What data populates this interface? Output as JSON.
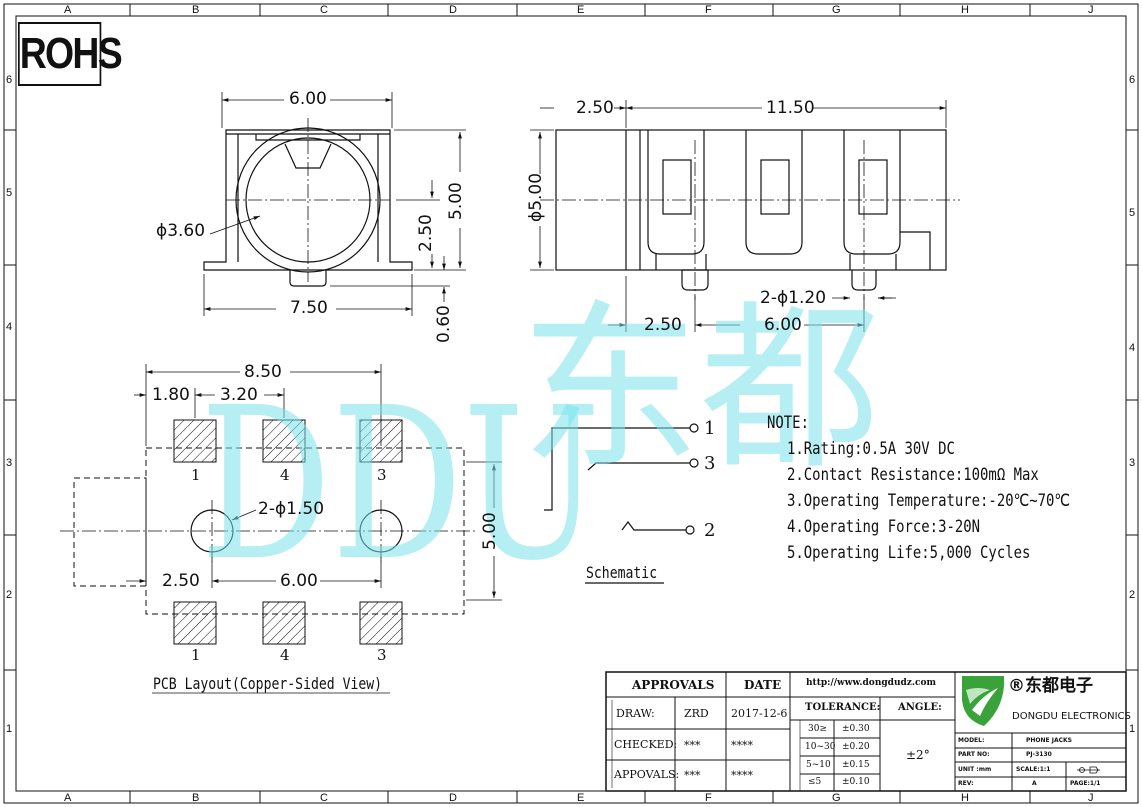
{
  "grid": {
    "columns": [
      "A",
      "B",
      "C",
      "D",
      "E",
      "F",
      "G",
      "H",
      "J"
    ],
    "rows": [
      "6",
      "5",
      "4",
      "3",
      "2",
      "1"
    ]
  },
  "rohs_label": "ROHS",
  "watermark": {
    "latin": "DDU",
    "cjk": "东都"
  },
  "front_view": {
    "width_top": "6.00",
    "diameter": "ϕ3.60",
    "height": "5.00",
    "center_height": "2.50",
    "width_bottom": "7.50",
    "pin_height": "0.60"
  },
  "side_view": {
    "offset_top": "2.50",
    "length": "11.50",
    "diameter": "ϕ5.00",
    "pin_diameter": "2-ϕ1.20",
    "pin_offset": "2.50",
    "pin_spacing": "6.00"
  },
  "pcb_layout": {
    "width": "8.50",
    "pad_offset": "1.80",
    "pad_pitch": "3.20",
    "hole_diameter": "2-ϕ1.50",
    "hole_offset": "2.50",
    "hole_spacing": "6.00",
    "height": "5.00",
    "pad_labels_top": [
      "1",
      "4",
      "3"
    ],
    "pad_labels_bottom": [
      "1",
      "4",
      "3"
    ],
    "caption": "PCB Layout(Copper-Sided View)"
  },
  "schematic": {
    "pins": [
      "1",
      "3",
      "2"
    ],
    "caption": "Schematic"
  },
  "notes": {
    "title": "NOTE:",
    "items": [
      "1.Rating:0.5A 30V DC",
      "2.Contact Resistance:100mΩ Max",
      "3.Operating Temperature:-20℃~70℃",
      "4.Operating Force:3-20N",
      "5.Operating Life:5,000 Cycles"
    ]
  },
  "title_block": {
    "approvals_header": "APPROVALS",
    "date_header": "DATE",
    "rows": [
      {
        "label": "DRAW:",
        "name": "ZRD",
        "date": "2017-12-6"
      },
      {
        "label": "CHECKED:",
        "name": "***",
        "date": "****"
      },
      {
        "label": "APPOVALS:",
        "name": "***",
        "date": "****"
      }
    ],
    "url": "http://www.dongdudz.com",
    "tolerance_header": "TOLERANCE:",
    "angle_header": "ANGLE:",
    "tolerances": [
      {
        "range": "30≥",
        "value": "±0.30"
      },
      {
        "range": "10~30",
        "value": "±0.20"
      },
      {
        "range": "5~10",
        "value": "±0.15"
      },
      {
        "range": "≤5",
        "value": "±0.10"
      }
    ],
    "angle_value": "±2°",
    "company_cn": "®东都电子",
    "company_en": "DONGDU ELECTRONICS",
    "model_label": "MODEL:",
    "model_value": "PHONE JACKS",
    "part_label": "PART NO:",
    "part_value": "PJ-3130",
    "unit_label": "UNIT :mm",
    "scale_label": "SCALE:1:1",
    "rev_label": "REV:",
    "rev_value": "A",
    "page_label": "PAGE:1/1"
  },
  "colors": {
    "line": "#111111",
    "watermark": "#78e1eb",
    "logo_green": "#3aa23a"
  }
}
